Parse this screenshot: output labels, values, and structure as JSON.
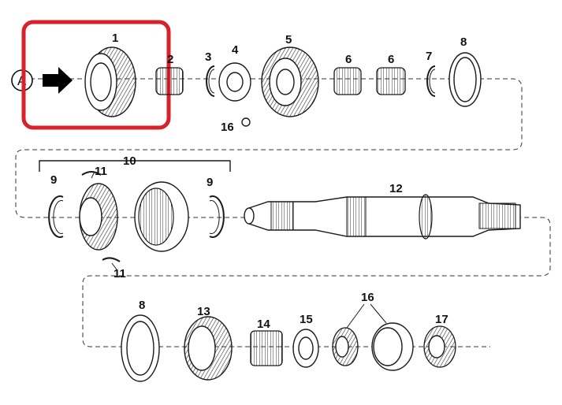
{
  "diagram": {
    "circle_label": "A",
    "labels": [
      "1",
      "2",
      "3",
      "4",
      "5",
      "6",
      "6",
      "7",
      "8",
      "16",
      "10",
      "9",
      "11",
      "9",
      "11",
      "12",
      "8",
      "13",
      "14",
      "15",
      "16",
      "17"
    ],
    "colors": {
      "highlight": "#d9212b",
      "ink": "#1a1a1a"
    },
    "icons": [
      "arrow-right-icon"
    ]
  }
}
